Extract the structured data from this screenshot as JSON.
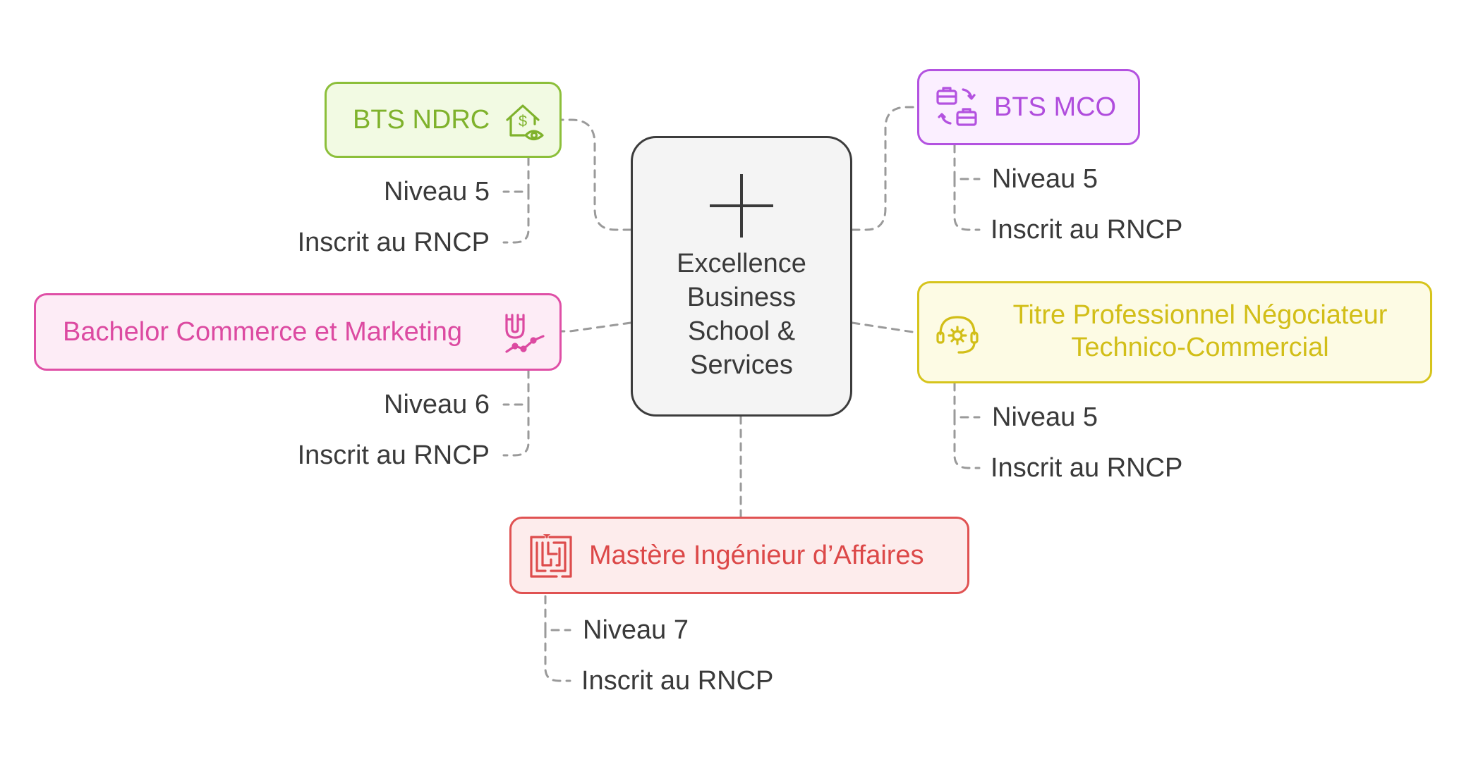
{
  "center": {
    "title_lines": [
      "Excellence",
      "Business",
      "School &",
      "Services"
    ],
    "icon": "plus-icon"
  },
  "programs": {
    "bts_ndrc": {
      "title": "BTS NDRC",
      "icon": "house-dollar-eye-icon",
      "color": "#8cbf3a",
      "fill": "#f2fae3",
      "level": "Niveau 5",
      "registry": "Inscrit au RNCP"
    },
    "bts_mco": {
      "title": "BTS MCO",
      "icon": "briefcase-exchange-icon",
      "color": "#b352e0",
      "fill": "#fbefff",
      "level": "Niveau 5",
      "registry": "Inscrit au RNCP"
    },
    "bachelor": {
      "title": "Bachelor Commerce et Marketing",
      "icon": "magnet-graph-icon",
      "color": "#df4fa6",
      "fill": "#fdecf6",
      "level": "Niveau 6",
      "registry": "Inscrit au RNCP"
    },
    "titre_pro": {
      "title_lines": [
        "Titre Professionnel Négociateur",
        "Technico-Commercial"
      ],
      "icon": "headset-gear-icon",
      "color": "#d6c41c",
      "fill": "#fdfbe4",
      "level": "Niveau 5",
      "registry": "Inscrit au RNCP"
    },
    "mastere": {
      "title": "Mastère Ingénieur d’Affaires",
      "icon": "maze-icon",
      "color": "#e05252",
      "fill": "#fdecec",
      "level": "Niveau 7",
      "registry": "Inscrit au RNCP"
    }
  }
}
